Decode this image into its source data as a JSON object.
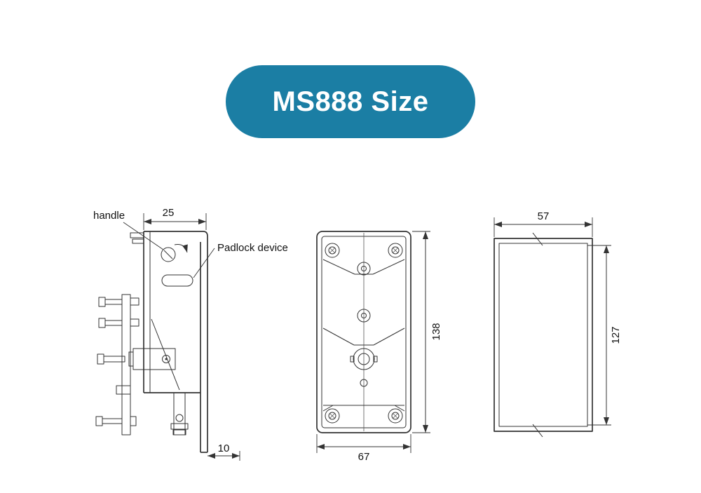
{
  "banner": {
    "title": "MS888 Size"
  },
  "colors": {
    "banner_bg": "#1b7ea4",
    "line": "#333333"
  },
  "views": {
    "side": {
      "handle_label": "handle",
      "padlock_label": "Padlock device",
      "dim_width_top": "25",
      "dim_offset_bottom": "10"
    },
    "front": {
      "dim_height": "138",
      "dim_width": "67"
    },
    "back": {
      "dim_width": "57",
      "dim_height": "127"
    }
  }
}
